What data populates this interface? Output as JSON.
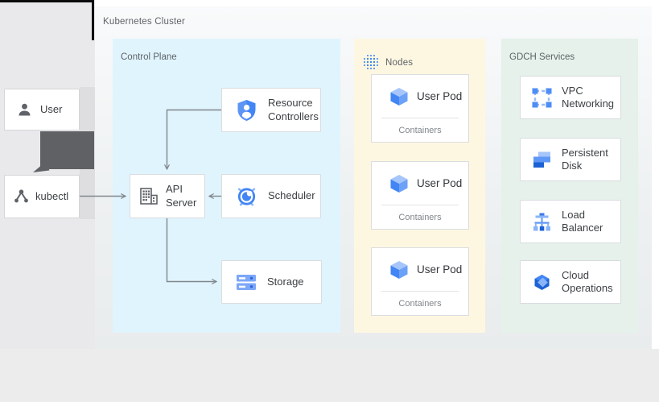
{
  "cluster": {
    "label": "Kubernetes Cluster"
  },
  "colors": {
    "control_plane_bg": "#e0f4fd",
    "nodes_bg": "#fdf7e2",
    "gdch_bg": "#e5f1ea",
    "accent_blue": "#4285f4",
    "label_gray": "#5f6368",
    "big_arrow_gray": "#5f6164"
  },
  "external": {
    "user": {
      "label": "User",
      "icon": "user-icon"
    },
    "kubectl": {
      "label": "kubectl",
      "icon": "kubectl-icon"
    }
  },
  "control_plane": {
    "label": "Control Plane",
    "resource_controllers": {
      "label": "Resource Controllers",
      "icon": "shield-user-icon"
    },
    "api_server": {
      "label": "API Server",
      "icon": "api-server-building-icon"
    },
    "scheduler": {
      "label": "Scheduler",
      "icon": "scheduler-clock-icon"
    },
    "storage": {
      "label": "Storage",
      "icon": "storage-disks-icon"
    }
  },
  "nodes": {
    "label": "Nodes",
    "icon": "node-dot-grid-icon",
    "pods": [
      {
        "label": "User Pod",
        "sublabel": "Containers",
        "icon": "pod-cube-icon"
      },
      {
        "label": "User Pod",
        "sublabel": "Containers",
        "icon": "pod-cube-icon"
      },
      {
        "label": "User Pod",
        "sublabel": "Containers",
        "icon": "pod-cube-icon"
      }
    ]
  },
  "gdch": {
    "label": "GDCH Services",
    "services": [
      {
        "label": "VPC Networking",
        "icon": "vpc-networking-icon"
      },
      {
        "label": "Persistent Disk",
        "icon": "persistent-disk-icon"
      },
      {
        "label": "Load Balancer",
        "icon": "load-balancer-icon"
      },
      {
        "label": "Cloud Operations",
        "icon": "cloud-operations-icon"
      }
    ]
  }
}
